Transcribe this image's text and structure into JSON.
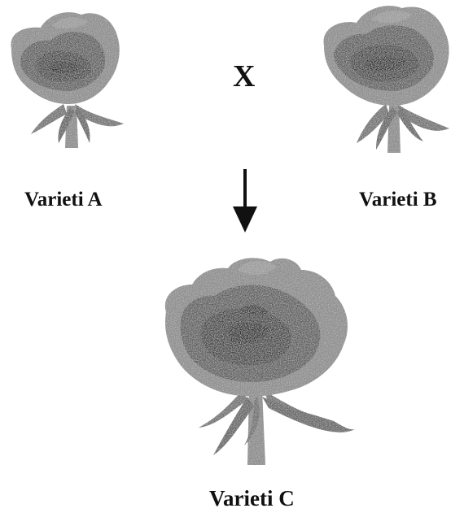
{
  "diagram": {
    "parents": [
      {
        "label": "Varieti A"
      },
      {
        "label": "Varieti B"
      }
    ],
    "cross_symbol": "X",
    "offspring": {
      "label": "Varieti C"
    }
  },
  "colors": {
    "ink": "#111111",
    "flower_dark": "#3a3a3a",
    "flower_mid": "#7a7a7a",
    "flower_light": "#a9a9a9"
  },
  "icons": {
    "parent_a": "rose-icon",
    "parent_b": "rose-icon",
    "offspring": "rose-icon",
    "arrow": "down-arrow-icon"
  }
}
